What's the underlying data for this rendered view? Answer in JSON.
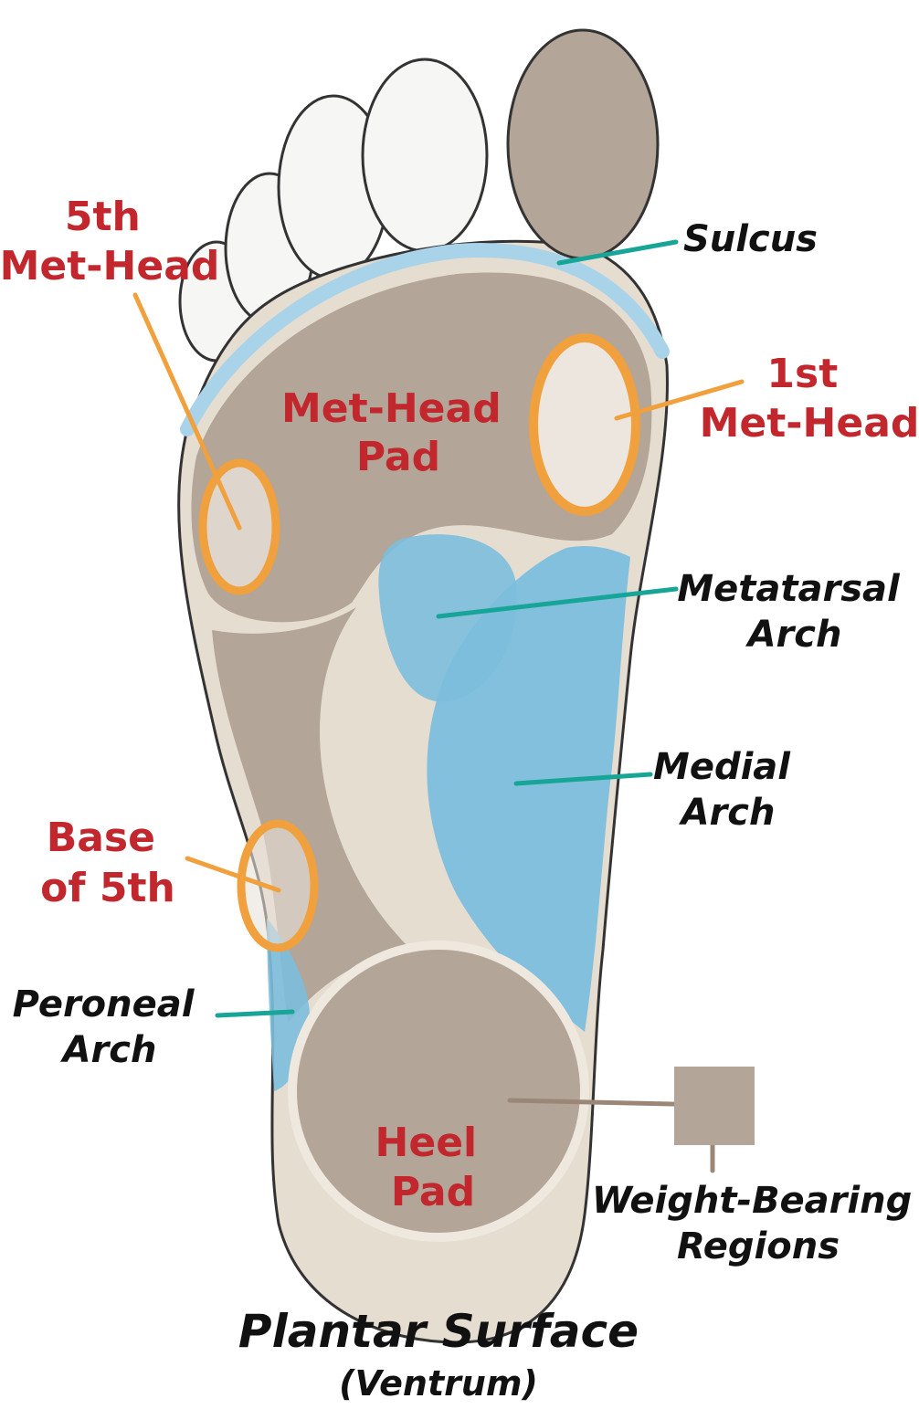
{
  "labels": {
    "fifth_met_head": [
      "5th",
      "Met-Head"
    ],
    "met_head_pad": [
      "Met-Head",
      "Pad"
    ],
    "first_met_head": [
      "1st",
      "Met-Head"
    ],
    "sulcus": "Sulcus",
    "metatarsal_arch": [
      "Metatarsal",
      "Arch"
    ],
    "medial_arch": [
      "Medial",
      "Arch"
    ],
    "base_of_fifth": [
      "Base",
      "of 5th"
    ],
    "peroneal_arch": [
      "Peroneal",
      "Arch"
    ],
    "heel_pad": [
      "Heel",
      "Pad"
    ],
    "weight_bearing_regions": [
      "Weight-Bearing",
      "Regions"
    ]
  },
  "title": "Plantar Surface",
  "subtitle": "(Ventrum)",
  "colors": {
    "skin": "#e6ddd1",
    "toe": "#f6f6f4",
    "weight_bearing": "#b3a597",
    "arch_blue": "#7cbedd",
    "sulcus_blue": "#a9d3e8",
    "marker_orange": "#f0a03c",
    "leader_teal": "#17a597",
    "leader_brown": "#9b8777",
    "label_red": "#c1272d"
  }
}
